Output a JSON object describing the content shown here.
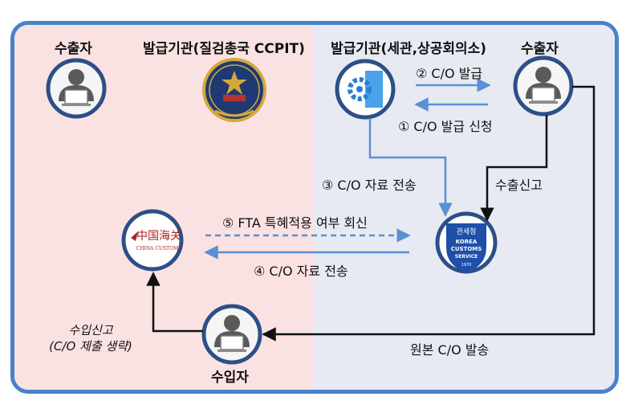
{
  "nodes": {
    "exporter_left": "수출자",
    "issuer_left": "발급기관(질검총국 CCPIT)",
    "issuer_right": "발급기관(세관,상공회의소)",
    "exporter_right": "수출자",
    "importer": "수입자",
    "korea_customs": {
      "top": "관세청",
      "line1": "KOREA",
      "line2": "CUSTOMS",
      "line3": "SERVICE",
      "year": "1970"
    },
    "china_customs": {
      "cn": "中国海关",
      "en": "CHINA CUSTOMS"
    }
  },
  "edges": {
    "step2": "② C/O 발급",
    "step1": "① C/O 발급 신청",
    "step3": "③ C/O 자료 전송",
    "export_declaration": "수출신고",
    "step5": "⑤ FTA 특혜적용 여부 회신",
    "step4": "④ C/O 자료 전송",
    "import_declaration_1": "수입신고",
    "import_declaration_2": "(C/O 제출 생략)",
    "original_shipment": "원본 C/O 발송"
  },
  "colors": {
    "frame": "#4a82c9",
    "left_panel": "#fbe2e2",
    "right_panel": "#e7eaf2",
    "arrow_blue": "#5b8fd6",
    "arrow_dark": "#111111",
    "node_ring": "#2d4f86"
  }
}
